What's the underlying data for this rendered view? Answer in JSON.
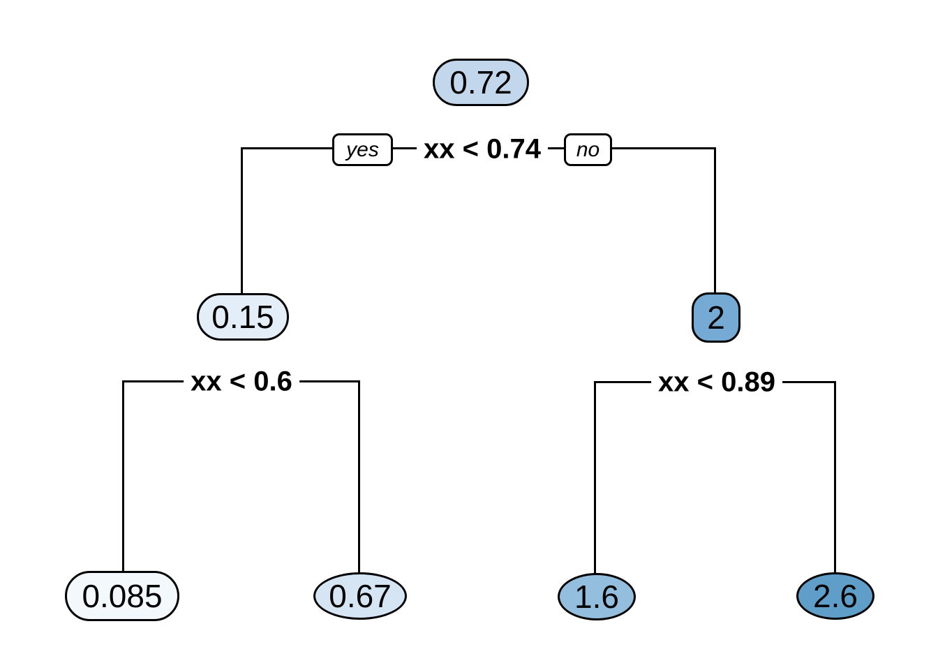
{
  "diagram": {
    "type": "decision-tree",
    "splits": {
      "root": {
        "condition": "xx < 0.74"
      },
      "left": {
        "condition": "xx < 0.6"
      },
      "right": {
        "condition": "xx < 0.89"
      }
    },
    "branch_labels": {
      "yes": "yes",
      "no": "no"
    },
    "nodes": {
      "root": {
        "label": "0.72",
        "fill": "#c3d7ec"
      },
      "left_internal": {
        "label": "0.15",
        "fill": "#e3eef8"
      },
      "right_internal": {
        "label": "2",
        "fill": "#74aad3"
      },
      "leaf_far_left": {
        "label": "0.085",
        "fill": "#f2f8fc"
      },
      "leaf_mid_left": {
        "label": "0.67",
        "fill": "#d6e5f3"
      },
      "leaf_mid_right": {
        "label": "1.6",
        "fill": "#94bedd"
      },
      "leaf_far_right": {
        "label": "2.6",
        "fill": "#5f9ec9"
      }
    },
    "colors": {
      "background": "#ffffff",
      "branch_line": "#000000",
      "node_border": "#000000",
      "text": "#000000",
      "palette_low": "#f2f8fc",
      "palette_high": "#5f9ec9"
    },
    "tree_structure": {
      "root_value": 0.72,
      "root_split": "xx < 0.74",
      "yes_branch": {
        "value": 0.15,
        "split": "xx < 0.6",
        "yes_leaf": 0.085,
        "no_leaf": 0.67
      },
      "no_branch": {
        "value": 2,
        "split": "xx < 0.89",
        "yes_leaf": 1.6,
        "no_leaf": 2.6
      }
    }
  }
}
